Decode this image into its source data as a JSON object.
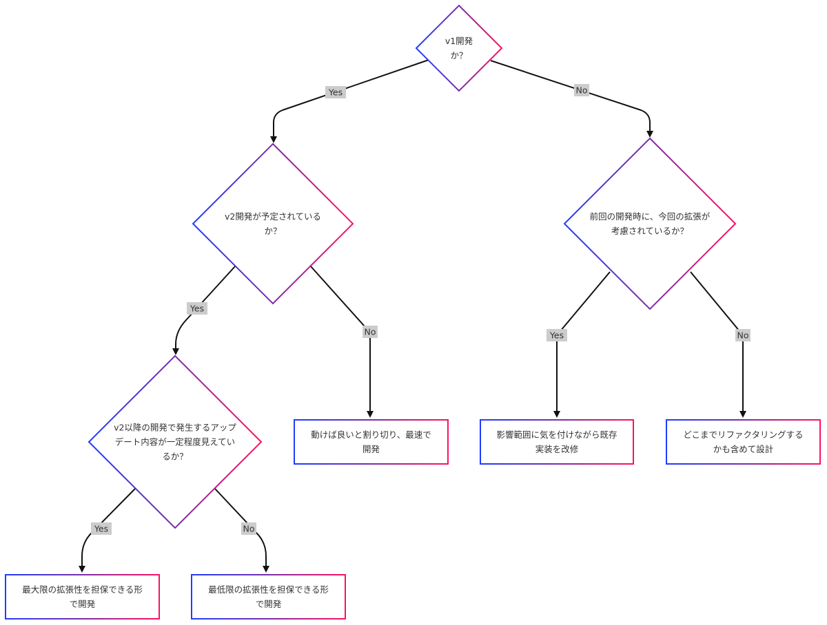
{
  "nodes": [
    {
      "id": "q_v1",
      "shape": "diamond",
      "lines": [
        "v1開発",
        "か？"
      ]
    },
    {
      "id": "q_v2_planned",
      "shape": "diamond",
      "lines": [
        "v2開発が予定されている",
        "か？"
      ]
    },
    {
      "id": "q_prev_considered",
      "shape": "diamond",
      "lines": [
        "前回の開発時に、今回の拡張が",
        "考慮されているか？"
      ]
    },
    {
      "id": "q_updates_visible",
      "shape": "diamond",
      "lines": [
        "v2以降の開発で発生するアップ",
        "デート内容が一定程度見えてい",
        "るか？"
      ]
    },
    {
      "id": "r_fast",
      "shape": "rect",
      "lines": [
        "動けば良いと割り切り、最速で",
        "開発"
      ]
    },
    {
      "id": "r_careful",
      "shape": "rect",
      "lines": [
        "影響範囲に気を付けながら既存",
        "実装を改修"
      ]
    },
    {
      "id": "r_refactor",
      "shape": "rect",
      "lines": [
        "どこまでリファクタリングする",
        "かも含めて設計"
      ]
    },
    {
      "id": "r_max",
      "shape": "rect",
      "lines": [
        "最大限の拡張性を担保できる形",
        "で開発"
      ]
    },
    {
      "id": "r_min",
      "shape": "rect",
      "lines": [
        "最低限の拡張性を担保できる形",
        "で開発"
      ]
    }
  ],
  "edges": [
    {
      "id": "e1",
      "from": "q_v1",
      "to": "q_v2_planned",
      "label": "Yes"
    },
    {
      "id": "e2",
      "from": "q_v1",
      "to": "q_prev_considered",
      "label": "No"
    },
    {
      "id": "e3",
      "from": "q_v2_planned",
      "to": "q_updates_visible",
      "label": "Yes"
    },
    {
      "id": "e4",
      "from": "q_v2_planned",
      "to": "r_fast",
      "label": "No"
    },
    {
      "id": "e5",
      "from": "q_prev_considered",
      "to": "r_careful",
      "label": "Yes"
    },
    {
      "id": "e6",
      "from": "q_prev_considered",
      "to": "r_refactor",
      "label": "No"
    },
    {
      "id": "e7",
      "from": "q_updates_visible",
      "to": "r_max",
      "label": "Yes"
    },
    {
      "id": "e8",
      "from": "q_updates_visible",
      "to": "r_min",
      "label": "No"
    }
  ],
  "colors": {
    "gradient_start": "#1e3cff",
    "gradient_mid": "#7b2ca8",
    "gradient_end": "#ff1060",
    "edge": "#111111",
    "label_background": "#cccccc",
    "text": "#333333"
  }
}
